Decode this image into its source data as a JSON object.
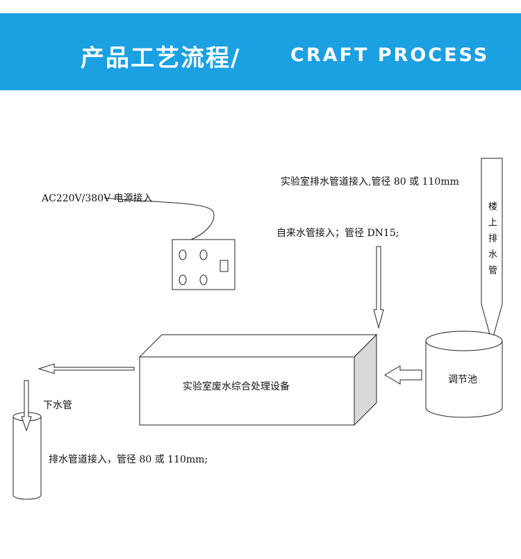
{
  "header": {
    "title_cn": "产品工艺流程/",
    "title_en": "CRAFT PROCESS"
  },
  "labels": {
    "power": "AC220V/380V 电源接入",
    "lab_drain": "实验室排水管道接入,管径 80 或 110mm",
    "tap_water": "自来水管接入；管径 DN15;",
    "upstairs_pipe": "楼上排水管",
    "equipment": "实验室废水综合处理设备",
    "tank": "调节池",
    "sewer": "下水管",
    "outlet": "排水管道接入，管径 80 或 110mm;"
  },
  "colors": {
    "banner": "#1ba0e2",
    "box_side": "#d9d9d9",
    "stroke": "#222222"
  }
}
